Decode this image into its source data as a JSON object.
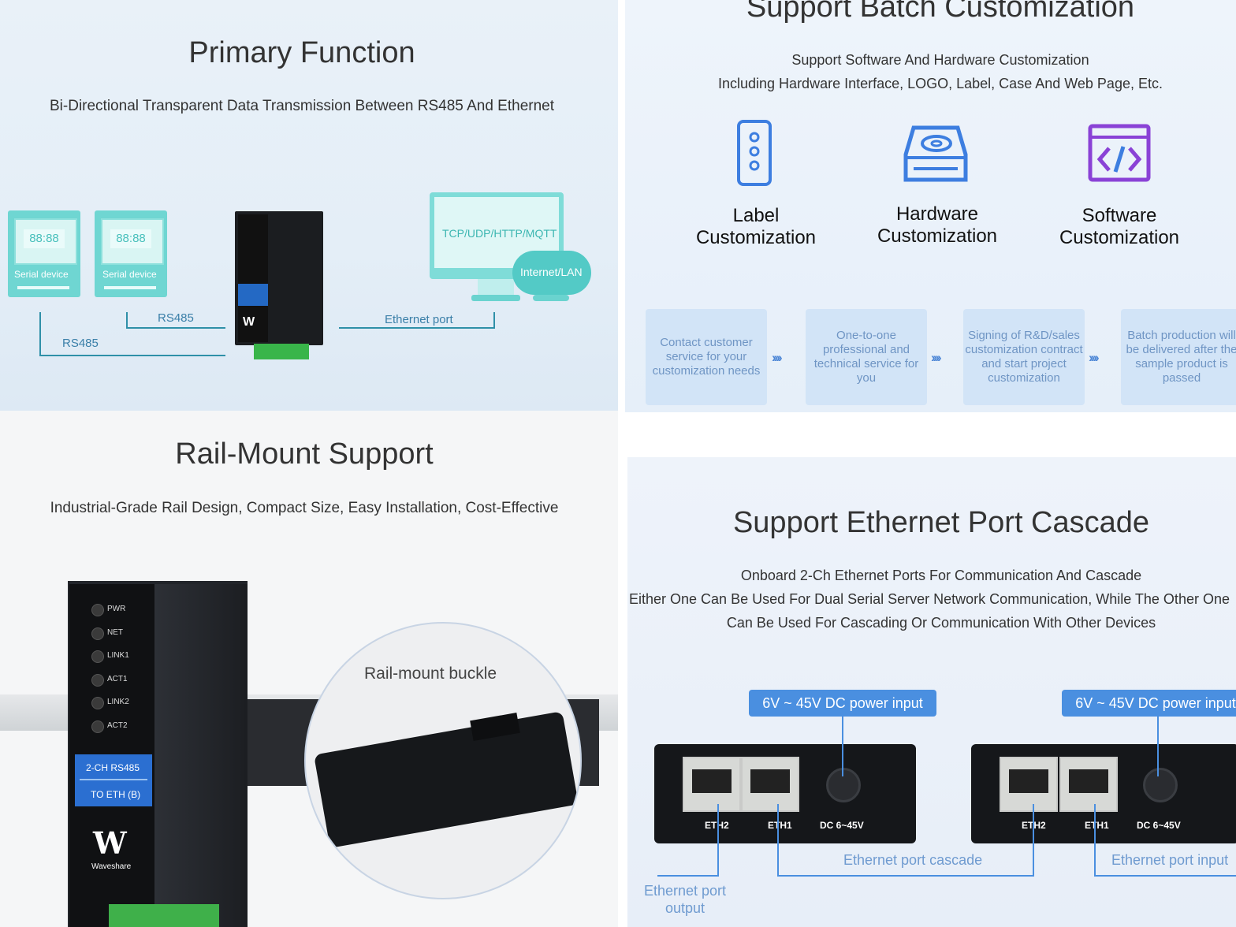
{
  "primary": {
    "title": "Primary Function",
    "subtitle": "Bi-Directional Transparent Data Transmission Between RS485 And Ethernet",
    "devices": [
      {
        "screen": "88:88",
        "label": "Serial device"
      },
      {
        "screen": "88:88",
        "label": "Serial device"
      }
    ],
    "rs485_a": "RS485",
    "rs485_b": "RS485",
    "protocols": "TCP/UDP/HTTP/MQTT",
    "cloud": "Internet/LAN",
    "ethernet": "Ethernet port"
  },
  "batch": {
    "title": "Support Batch Customization",
    "subtitle_1": "Support Software And Hardware Customization",
    "subtitle_2": "Including Hardware Interface, LOGO, Label, Case And Web Page, Etc.",
    "items": [
      {
        "line1": "Label",
        "line2": "Customization",
        "icon": "label-icon"
      },
      {
        "line1": "Hardware",
        "line2": "Customization",
        "icon": "hardware-icon"
      },
      {
        "line1": "Software",
        "line2": "Customization",
        "icon": "code-icon"
      }
    ],
    "steps": [
      "Contact customer service for your customization needs",
      "One-to-one professional and technical service for you",
      "Signing of R&D/sales customization contract and start project customization",
      "Batch production will be delivered after the sample product is passed"
    ],
    "arrow": "››››"
  },
  "rail": {
    "title": "Rail-Mount Support",
    "subtitle": "Industrial-Grade Rail Design, Compact Size, Easy Installation, Cost-Effective",
    "leds": [
      "PWR",
      "NET",
      "LINK1",
      "ACT1",
      "LINK2",
      "ACT2"
    ],
    "badge_1": "2-CH RS485",
    "badge_2": "TO ETH (B)",
    "brand": "Waveshare",
    "buckle": "Rail-mount buckle"
  },
  "cascade": {
    "title": "Support Ethernet Port Cascade",
    "line_1": "Onboard 2-Ch Ethernet Ports For Communication And Cascade",
    "line_2": "Either One Can Be Used For Dual Serial Server Network Communication, While The Other One",
    "line_3": "Can Be Used For Cascading Or Communication With Other Devices",
    "power_label": "6V ~ 45V DC power input",
    "port_labels": [
      "ETH2",
      "ETH1",
      "DC 6~45V"
    ],
    "cascade_label": "Ethernet port cascade",
    "input_label": "Ethernet port input",
    "output_label_1": "Ethernet port",
    "output_label_2": "output"
  },
  "colors": {
    "accent": "#4a8fe0",
    "teal": "#44c7c4",
    "device": "#15171a"
  }
}
